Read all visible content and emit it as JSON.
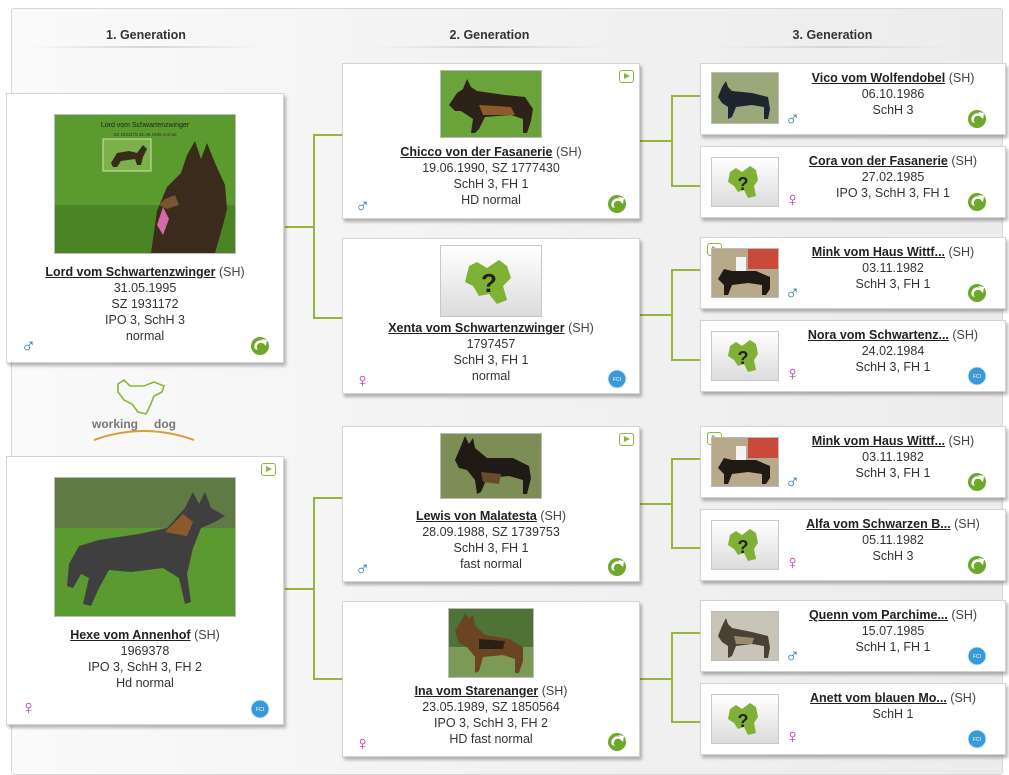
{
  "headers": [
    "1. Generation",
    "2. Generation",
    "3. Generation"
  ],
  "logo": {
    "word1": "working",
    "word2": "dog"
  },
  "accent": "#95b53f",
  "gen1": [
    {
      "name": "Lord vom Schwartenzwinger",
      "sh": "(SH)",
      "lines": [
        "31.05.1995",
        "SZ 1931172",
        "IPO 3, SchH 3",
        "normal"
      ],
      "sex": "male",
      "symbol": "♂",
      "badge": "update-icon",
      "video": false,
      "photo_caption_1": "Lord vom Schwartenzwinger",
      "photo_caption_2": "SZ 1931172  31.05.1995  normal"
    },
    {
      "name": "Hexe vom Annenhof",
      "sh": "(SH)",
      "lines": [
        "1969378",
        "IPO 3, SchH 3, FH 2",
        "Hd normal"
      ],
      "sex": "female",
      "symbol": "♀",
      "badge": "fci-icon",
      "video": true
    }
  ],
  "gen2": [
    {
      "name": "Chicco von der Fasanerie",
      "sh": "(SH)",
      "lines": [
        "19.06.1990, SZ 1777430",
        "SchH 3, FH 1",
        "HD normal"
      ],
      "sex": "male",
      "symbol": "♂",
      "badge": "update-icon",
      "video": true,
      "photo": true
    },
    {
      "name": "Xenta vom Schwartenzwinger",
      "sh": "(SH)",
      "lines": [
        "1797457",
        "SchH 3, FH 1",
        "normal"
      ],
      "sex": "female",
      "symbol": "♀",
      "badge": "fci-icon",
      "video": false,
      "photo": false
    },
    {
      "name": "Lewis von Malatesta",
      "sh": "(SH)",
      "lines": [
        "28.09.1988, SZ 1739753",
        "SchH 3, FH 1",
        "fast normal"
      ],
      "sex": "male",
      "symbol": "♂",
      "badge": "update-icon",
      "video": true,
      "photo": true
    },
    {
      "name": "Ina vom Starenanger",
      "sh": "(SH)",
      "lines": [
        "23.05.1989, SZ 1850564",
        "IPO 3, SchH 3, FH 2",
        "HD fast normal"
      ],
      "sex": "female",
      "symbol": "♀",
      "badge": "update-icon",
      "video": false,
      "photo": true
    }
  ],
  "gen3": [
    {
      "name": "Vico vom Wolfendobel",
      "sh": "(SH)",
      "lines": [
        "06.10.1986",
        "SchH 3"
      ],
      "sex": "male",
      "symbol": "♂",
      "badge": "update-icon",
      "video": false,
      "photo": true
    },
    {
      "name": "Cora von der Fasanerie",
      "sh": "(SH)",
      "lines": [
        "27.02.1985",
        "IPO 3, SchH 3, FH 1"
      ],
      "sex": "female",
      "symbol": "♀",
      "badge": "update-icon",
      "video": false,
      "photo": false
    },
    {
      "name": "Mink vom Haus Wittf...",
      "sh": "(SH)",
      "lines": [
        "03.11.1982",
        "SchH 3, FH 1"
      ],
      "sex": "male",
      "symbol": "♂",
      "badge": "update-icon",
      "video": true,
      "photo": true
    },
    {
      "name": "Nora vom Schwartenz...",
      "sh": "(SH)",
      "lines": [
        "24.02.1984",
        "SchH 3, FH 1"
      ],
      "sex": "female",
      "symbol": "♀",
      "badge": "fci-icon",
      "video": false,
      "photo": false
    },
    {
      "name": "Mink vom Haus Wittf...",
      "sh": "(SH)",
      "lines": [
        "03.11.1982",
        "SchH 3, FH 1"
      ],
      "sex": "male",
      "symbol": "♂",
      "badge": "update-icon",
      "video": true,
      "photo": true
    },
    {
      "name": "Alfa vom Schwarzen B...",
      "sh": "(SH)",
      "lines": [
        "05.11.1982",
        "SchH 3"
      ],
      "sex": "female",
      "symbol": "♀",
      "badge": "update-icon",
      "video": false,
      "photo": false
    },
    {
      "name": "Quenn vom Parchime...",
      "sh": "(SH)",
      "lines": [
        "15.07.1985",
        "SchH 1, FH 1"
      ],
      "sex": "male",
      "symbol": "♂",
      "badge": "fci-icon",
      "video": false,
      "photo": true
    },
    {
      "name": "Anett vom blauen Mo...",
      "sh": "(SH)",
      "lines": [
        "SchH 1"
      ],
      "sex": "female",
      "symbol": "♀",
      "badge": "fci-icon",
      "video": false,
      "photo": false
    }
  ]
}
